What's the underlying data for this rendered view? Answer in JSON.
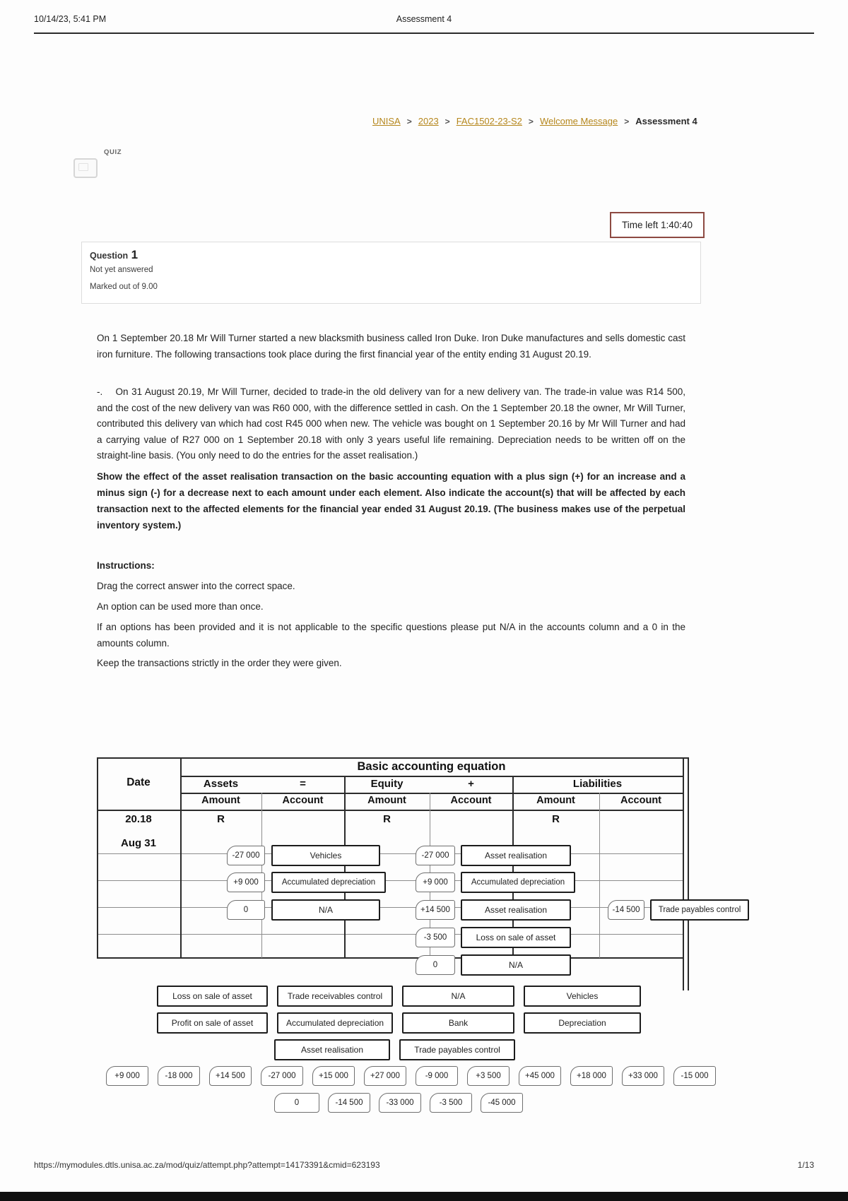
{
  "page": {
    "datetime": "10/14/23, 5:41 PM",
    "doc_title": "Assessment 4",
    "footer_url": "https://mymodules.dtls.unisa.ac.za/mod/quiz/attempt.php?attempt=14173391&cmid=623193",
    "footer_page": "1/13"
  },
  "breadcrumb": {
    "separator": ">",
    "links": [
      "UNISA",
      "2023",
      "FAC1502-23-S2",
      "Welcome Message"
    ],
    "current": "Assessment 4"
  },
  "quiz": {
    "type_label": "QUIZ"
  },
  "timer": {
    "text": "Time left 1:40:40"
  },
  "question": {
    "label": "Question",
    "number": "1",
    "status": "Not yet answered",
    "marks": "Marked out of 9.00"
  },
  "content": {
    "p1": "On 1 September 20.18 Mr Will Turner started a new blacksmith business called Iron Duke. Iron Duke manufactures and sells domestic cast iron furniture. The following transactions took place during the first financial year of the entity ending 31 August 20.19.",
    "p2": "-.    On 31 August 20.19, Mr Will Turner, decided to trade-in the old delivery van for a new delivery van. The trade-in value was R14 500, and the cost of the new delivery van was R60 000, with the difference settled in cash. On the 1 September 20.18 the owner, Mr Will Turner, contributed this delivery van which had cost R45 000 when new. The vehicle was bought on 1 September 20.16 by Mr Will Turner and had a carrying value of R27 000 on 1 September 20.18 with only 3 years useful life remaining. Depreciation needs to be written off on the straight-line basis. (You only need to do the entries for the asset realisation.)",
    "p3": "Show the effect of the asset realisation transaction on the basic accounting equation with a plus sign (+) for an increase and a minus sign (-) for a decrease next to each amount under each element. Also indicate the account(s) that will be affected by each transaction next to the affected elements for the financial year ended 31 August 20.19. (The business makes use of the perpetual inventory system.)",
    "instructions_title": "Instructions:",
    "instr1": "Drag the correct answer into the correct space.",
    "instr2": "An option can be used more than once.",
    "instr3": "If an options has been provided and it is not applicable to the specific questions please put N/A in the accounts column and a 0 in the amounts column.",
    "instr4": "Keep the transactions strictly in the order they were given."
  },
  "table": {
    "title": "Basic accounting equation",
    "date_header": "Date",
    "groups": {
      "assets": "Assets",
      "eq": "=",
      "equity": "Equity",
      "plus": "+",
      "liabilities": "Liabilities"
    },
    "amount_header": "Amount",
    "account_header": "Account",
    "year": "20.18",
    "currency": "R",
    "row_date": "Aug 31",
    "placed": {
      "assets": [
        {
          "amount": "-27 000",
          "account": "Vehicles"
        },
        {
          "amount": "+9 000",
          "account": "Accumulated depreciation"
        },
        {
          "amount": "0",
          "account": "N/A"
        }
      ],
      "equity": [
        {
          "amount": "-27 000",
          "account": "Asset realisation"
        },
        {
          "amount": "+9 000",
          "account": "Accumulated depreciation"
        },
        {
          "amount": "+14 500",
          "account": "Asset realisation"
        },
        {
          "amount": "-3 500",
          "account": "Loss on sale of asset"
        },
        {
          "amount": "0",
          "account": "N/A"
        }
      ],
      "liabilities": [
        {
          "amount": "-14 500",
          "account": "Trade payables control"
        }
      ]
    }
  },
  "options": {
    "accounts_row1": [
      "Loss on sale of asset",
      "Trade receivables control",
      "N/A",
      "Vehicles"
    ],
    "accounts_row2": [
      "Profit on sale of asset",
      "Accumulated depreciation",
      "Bank",
      "Depreciation"
    ],
    "accounts_row3": [
      "Asset realisation",
      "Trade payables control"
    ],
    "amounts_row1": [
      "+9 000",
      "-18 000",
      "+14 500",
      "-27 000",
      "+15 000",
      "+27 000",
      "-9 000",
      "+3 500",
      "+45 000",
      "+18 000",
      "+33 000",
      "-15 000"
    ],
    "amounts_row2": [
      "0",
      "-14 500",
      "-33 000",
      "-3 500",
      "-45 000"
    ]
  }
}
